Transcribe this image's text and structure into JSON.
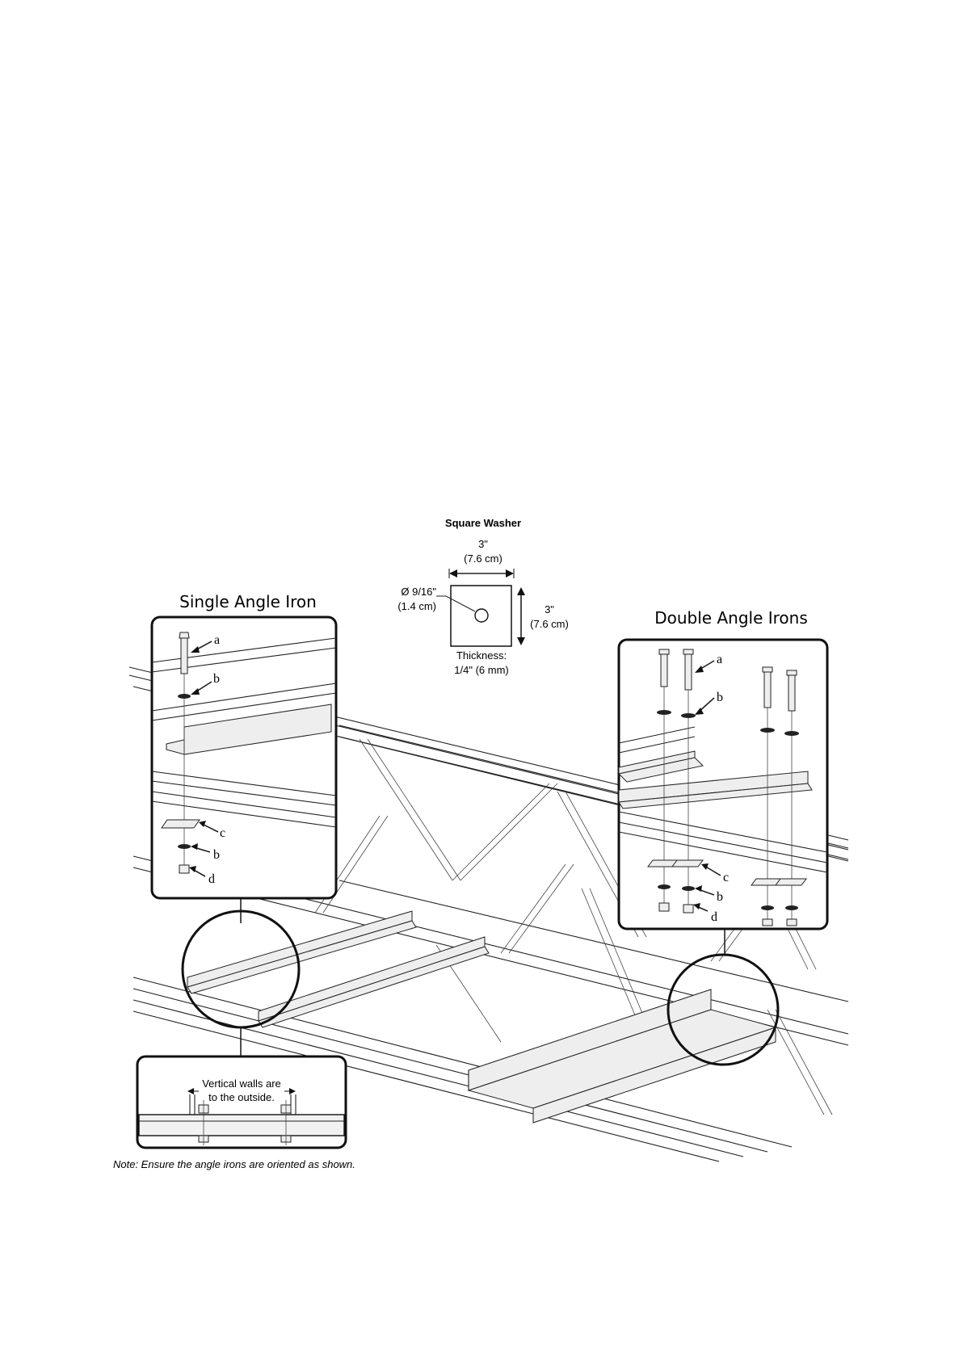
{
  "washer": {
    "title": "Square Washer",
    "width_in": "3\"",
    "width_cm": "(7.6 cm)",
    "height_in": "3\"",
    "height_cm": "(7.6 cm)",
    "hole_in": "Ø 9/16\"",
    "hole_cm": "(1.4 cm)",
    "thickness_label": "Thickness:",
    "thickness_value": "1/4\" (6 mm)"
  },
  "single": {
    "title": "Single Angle Iron",
    "labels": [
      "a",
      "b",
      "c",
      "b",
      "d"
    ]
  },
  "double": {
    "title": "Double Angle Irons",
    "labels": [
      "a",
      "b",
      "c",
      "b",
      "d"
    ]
  },
  "orientation": {
    "line1": "Vertical walls are",
    "line2": "to the outside."
  },
  "note": "Note: Ensure the angle irons are oriented as shown."
}
